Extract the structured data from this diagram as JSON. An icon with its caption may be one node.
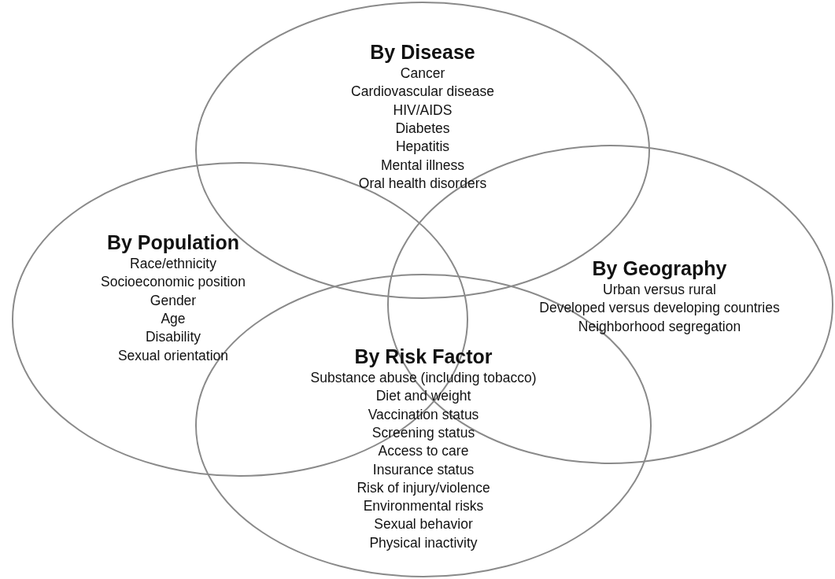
{
  "diagram": {
    "nodes": [
      {
        "text": [
          "By Disease",
          "Cancer",
          "Cardiovascular disease",
          "HIV/AIDS",
          "Diabetes",
          "Hepatitis",
          "Mental illness",
          "Oral health disorders"
        ]
      },
      {
        "text": [
          "By Population",
          "Race/ethnicity",
          "Socioeconomic position",
          "Gender",
          "Age",
          "Disability",
          "Sexual orientation"
        ]
      },
      {
        "text": [
          "By Geography",
          "Urban versus rural",
          "Developed versus developing countries",
          "Neighborhood segregation"
        ]
      },
      {
        "text": [
          "By Risk Factor",
          "Substance abuse (including tobacco)",
          "Diet and weight",
          "Vaccination status",
          "Screening status",
          "Access to care",
          "Insurance status",
          "Risk of injury/violence",
          "Environmental risks",
          "Sexual behavior",
          "Physical inactivity"
        ]
      }
    ],
    "edges": []
  }
}
